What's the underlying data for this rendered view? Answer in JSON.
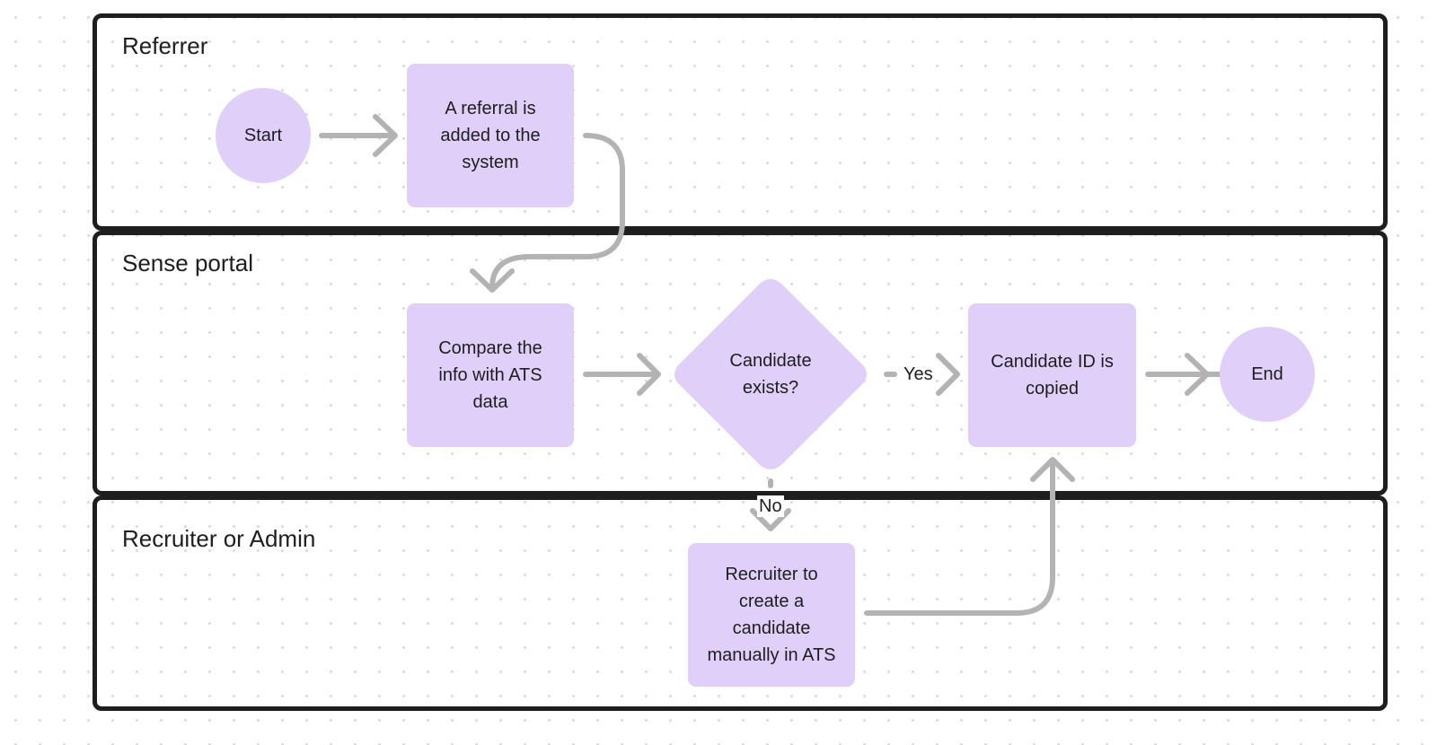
{
  "lanes": {
    "referrer": "Referrer",
    "sense": "Sense portal",
    "recruiter": "Recruiter or Admin"
  },
  "nodes": {
    "start": "Start",
    "referral_added": "A referral is added to the system",
    "compare": "Compare the info with ATS data",
    "decision": "Candidate exists?",
    "candidate_copied": "Candidate ID is copied",
    "end": "End",
    "recruiter_create": "Recruiter to create a candidate manually in ATS"
  },
  "edge_labels": {
    "yes": "Yes",
    "no": "No"
  },
  "colors": {
    "node_fill": "#e0cff8",
    "connector": "#b3b3b3",
    "lane_border": "#1e1e1e"
  }
}
